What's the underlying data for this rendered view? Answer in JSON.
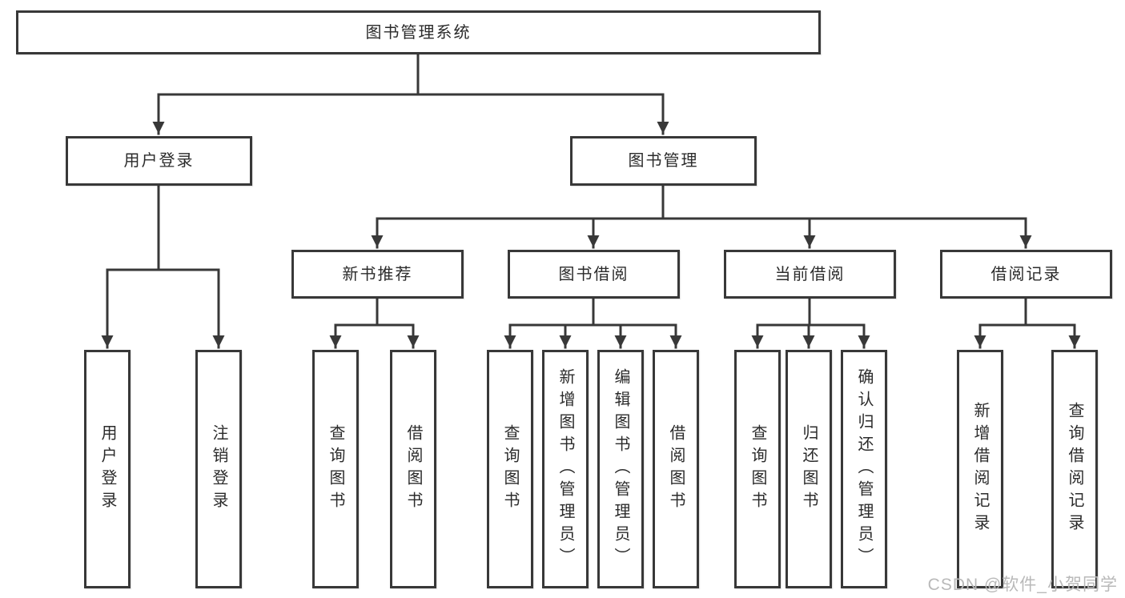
{
  "tree": {
    "label": "图书管理系统",
    "children": [
      {
        "label": "用户登录",
        "children": [
          {
            "label": "用户登录"
          },
          {
            "label": "注销登录"
          }
        ]
      },
      {
        "label": "图书管理",
        "children": [
          {
            "label": "新书推荐",
            "children": [
              {
                "label": "查询图书"
              },
              {
                "label": "借阅图书"
              }
            ]
          },
          {
            "label": "图书借阅",
            "children": [
              {
                "label": "查询图书"
              },
              {
                "label": "新增图书（管理员）"
              },
              {
                "label": "编辑图书（管理员）"
              },
              {
                "label": "借阅图书"
              }
            ]
          },
          {
            "label": "当前借阅",
            "children": [
              {
                "label": "查询图书"
              },
              {
                "label": "归还图书"
              },
              {
                "label": "确认归还（管理员）"
              }
            ]
          },
          {
            "label": "借阅记录",
            "children": [
              {
                "label": "新增借阅记录"
              },
              {
                "label": "查询借阅记录"
              }
            ]
          }
        ]
      }
    ]
  },
  "watermark": {
    "text": "CSDN @软件_小贺同学"
  },
  "colors": {
    "line": "#383838",
    "box_border": "#383838",
    "text": "#2b2b2b",
    "watermark": "#b9b9b9",
    "background": "#ffffff"
  }
}
